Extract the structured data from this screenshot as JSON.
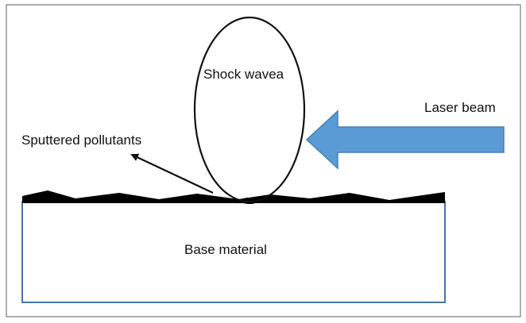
{
  "labels": {
    "shock_wave": "Shock wavea",
    "laser_beam": "Laser beam",
    "sputtered_pollutants": "Sputtered pollutants",
    "base_material": "Base material"
  },
  "colors": {
    "frame_border": "#7a7a7a",
    "base_border": "#4a72a8",
    "pollutant_layer": "#000000",
    "laser_arrow_fill": "#5b9bd5",
    "laser_arrow_stroke": "#4a7fb5",
    "outline": "#111111"
  }
}
